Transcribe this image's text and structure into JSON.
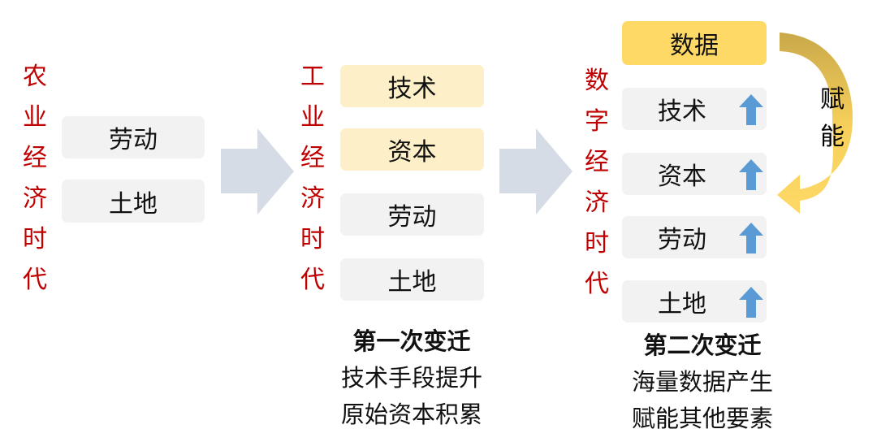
{
  "stage1": {
    "title": "农业经济时代",
    "factors": [
      "劳动",
      "土地"
    ]
  },
  "stage2": {
    "title": "工业经济时代",
    "factors": [
      "技术",
      "资本",
      "劳动",
      "土地"
    ],
    "caption": {
      "title": "第一次变迁",
      "lines": [
        "技术手段提升",
        "原始资本积累"
      ]
    }
  },
  "stage3": {
    "title": "数字经济时代",
    "data_factor": "数据",
    "factors": [
      "技术",
      "资本",
      "劳动",
      "土地"
    ],
    "empower": "赋能",
    "caption": {
      "title": "第二次变迁",
      "lines": [
        "海量数据产生",
        "赋能其他要素"
      ]
    }
  },
  "colors": {
    "title_red": "#c00000",
    "gray_box": "#f2f2f2",
    "light_yellow": "#fdf0c8",
    "yellow": "#ffd966",
    "blue_arrow": "#5b9bd5",
    "chevron": "#d6dce5"
  }
}
